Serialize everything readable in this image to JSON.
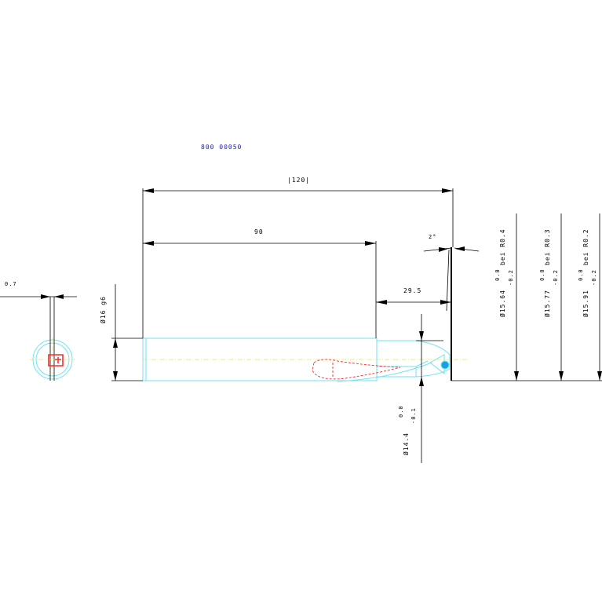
{
  "drawing": {
    "part_number": "800 00050",
    "colors": {
      "dimension": "#000000",
      "outline": "#6fe3f2",
      "hidden": "#ff2a2a",
      "center_axis": "#e8e85a",
      "part_number": "#1a1aa8",
      "bulb": "#1aa0e0"
    },
    "dimensions": {
      "overall_length": "|120|",
      "shank_length": "90",
      "tip_length": "29.5",
      "tip_angle": "2°",
      "end_view_width": "0.7",
      "shank_diameter": "Ø16 g6",
      "neck_diameter": "Ø14.4",
      "neck_tol_upper": "0.0",
      "neck_tol_lower": "-0.1"
    },
    "radius_callouts": [
      {
        "diameter": "Ø15.64",
        "tol_upper": "0.0",
        "tol_lower": "-0.2",
        "note": "bei R0.4"
      },
      {
        "diameter": "Ø15.77",
        "tol_upper": "0.0",
        "tol_lower": "-0.2",
        "note": "bei R0.3"
      },
      {
        "diameter": "Ø15.91",
        "tol_upper": "0.0",
        "tol_lower": "-0.2",
        "note": "bei R0.2"
      }
    ]
  }
}
